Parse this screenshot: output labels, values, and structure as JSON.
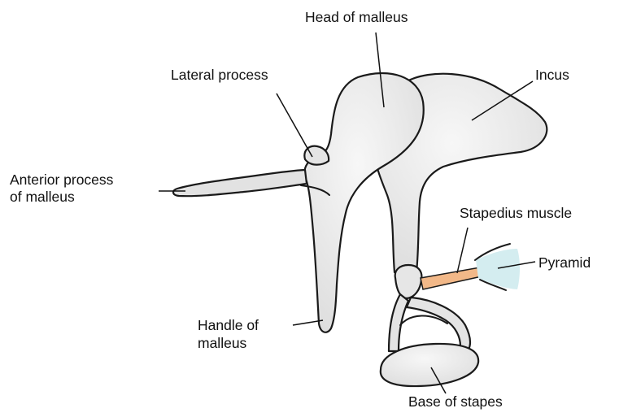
{
  "diagram": {
    "labels": {
      "head_of_malleus": "Head of malleus",
      "lateral_process": "Lateral process",
      "incus": "Incus",
      "anterior_process_line1": "Anterior process",
      "anterior_process_line2": "of malleus",
      "stapedius_muscle": "Stapedius muscle",
      "pyramid": "Pyramid",
      "handle_line1": "Handle of",
      "handle_line2": "malleus",
      "base_of_stapes": "Base of stapes"
    },
    "colors": {
      "bone_fill": "#e2e2e2",
      "bone_highlight": "#f4f4f4",
      "outline": "#1a1a1a",
      "stapedius_muscle": "#f2b888",
      "pyramid": "#d4edf0",
      "text": "#111111"
    }
  }
}
